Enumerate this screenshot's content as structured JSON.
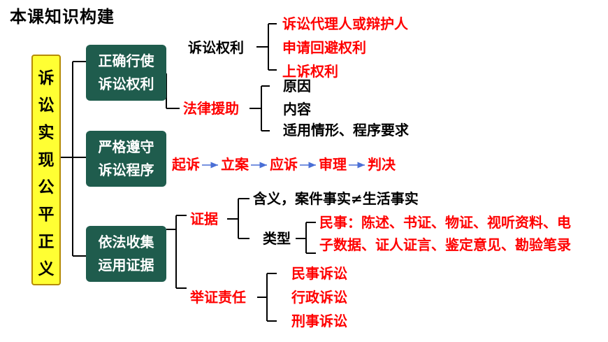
{
  "title": "本课知识构建",
  "root": [
    "诉",
    "讼",
    "实",
    "现",
    "公",
    "平",
    "正",
    "义"
  ],
  "branches": {
    "b1": {
      "box": [
        "正确行使",
        "诉讼权利"
      ],
      "sub1": {
        "label": "诉讼权利",
        "items": [
          "诉讼代理人或辩护人",
          "申请回避权利",
          "上诉权利"
        ]
      },
      "sub2": {
        "label": "法律援助",
        "items": [
          "原因",
          "内容",
          "适用情形、程序要求"
        ]
      }
    },
    "b2": {
      "box": [
        "严格遵守",
        "诉讼程序"
      ],
      "flow": [
        "起诉",
        "立案",
        "应诉",
        "审理",
        "判决"
      ]
    },
    "b3": {
      "box": [
        "依法收集",
        "运用证据"
      ],
      "evidence": {
        "label": "证据",
        "meaning": "含义，案件事实≠生活事实",
        "type_label": "类型",
        "type_lines": [
          "民事：陈述、书证、物证、视听资料、电",
          "子数据、证人证言、鉴定意见、勘验笔录"
        ]
      },
      "burden": {
        "label": "举证责任",
        "items": [
          "民事诉讼",
          "行政诉讼",
          "刑事诉讼"
        ]
      }
    }
  },
  "colors": {
    "accent_red": "#ff0000",
    "box_green": "#1f5c4d",
    "root_yellow": "#ffff33",
    "arrow_blue": "#4a6fd6"
  }
}
